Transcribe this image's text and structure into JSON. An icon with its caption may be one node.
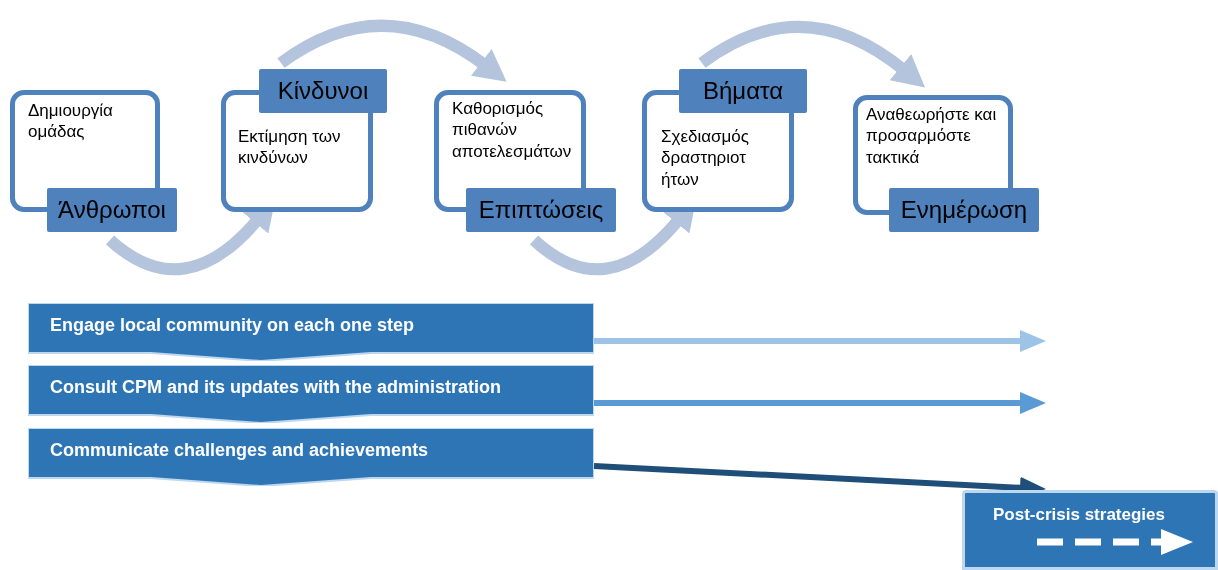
{
  "diagram": {
    "nodes": [
      {
        "text": [
          "Δημιουργία ομάδας",
          "Άνθρωποι"
        ]
      },
      {
        "text": [
          "Κίνδυνοι",
          "Εκτίμηση των κινδύνων"
        ]
      },
      {
        "text": [
          "Καθορισμός πιθανών αποτελεσμάτων",
          "Επιπτώσεις"
        ]
      },
      {
        "text": [
          "Βήματα",
          "Σχεδιασμός δραστηριοτ ήτων"
        ]
      },
      {
        "text": [
          "Αναθεωρήστε και προσαρμόστε τακτικά",
          "Ενημέρωση"
        ]
      },
      {
        "text": [
          "Engage local community on each one step"
        ]
      },
      {
        "text": [
          "Consult CPM and its updates with the administration"
        ]
      },
      {
        "text": [
          "Communicate challenges and achievements"
        ]
      },
      {
        "text": [
          "Post-crisis strategies"
        ]
      }
    ],
    "edges": [
      {
        "from": 0,
        "to": 1,
        "arrow": "to"
      },
      {
        "from": 1,
        "to": 2,
        "arrow": "to"
      },
      {
        "from": 2,
        "to": 3,
        "arrow": "to"
      },
      {
        "from": 3,
        "to": 4,
        "arrow": "to"
      },
      {
        "from": 5,
        "to": null,
        "arrow": "to",
        "color": "#9dc3e6"
      },
      {
        "from": 6,
        "to": null,
        "arrow": "to",
        "color": "#5b9bd5"
      },
      {
        "from": 7,
        "to": 8,
        "arrow": "to",
        "color": "#1f4e79"
      }
    ]
  }
}
